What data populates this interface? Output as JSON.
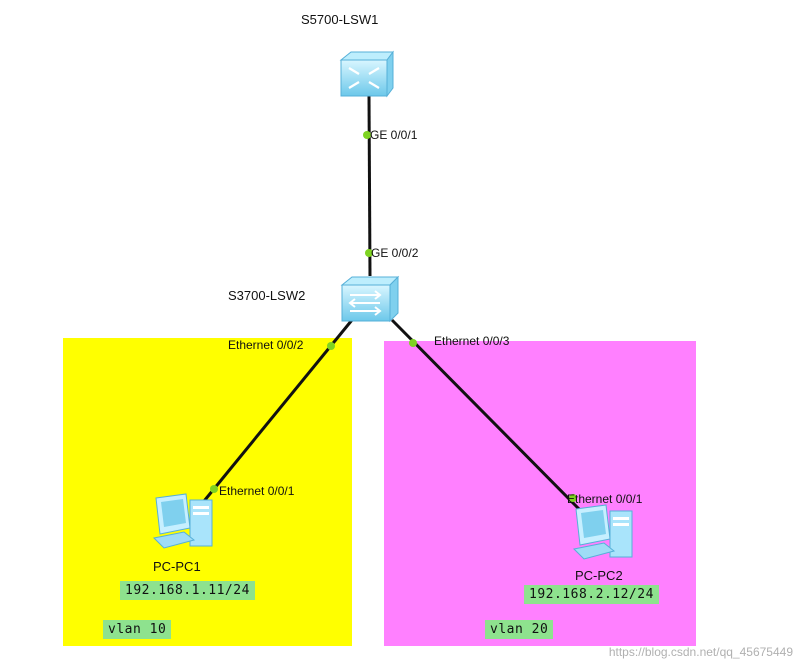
{
  "devices": {
    "lsw1": {
      "label": "S5700-LSW1"
    },
    "lsw2": {
      "label": "S3700-LSW2"
    },
    "pc1": {
      "label": "PC-PC1",
      "ip": "192.168.1.11/24"
    },
    "pc2": {
      "label": "PC-PC2",
      "ip": "192.168.2.12/24"
    }
  },
  "ports": {
    "lsw1_ge001": "GE 0/0/1",
    "lsw2_ge002": "GE 0/0/2",
    "lsw2_eth002": "Ethernet 0/0/2",
    "lsw2_eth003": "Ethernet 0/0/3",
    "pc1_eth001": "Ethernet 0/0/1",
    "pc2_eth001": "Ethernet 0/0/1"
  },
  "zones": {
    "vlan10": {
      "label": "vlan 10",
      "color": "#ffff00"
    },
    "vlan20": {
      "label": "vlan 20",
      "color": "#ff80ff"
    }
  },
  "colors": {
    "link": "#111111",
    "port_dot": "#7ed321",
    "tag_bg": "#8ee28e"
  },
  "watermark": "https://blog.csdn.net/qq_45675449"
}
